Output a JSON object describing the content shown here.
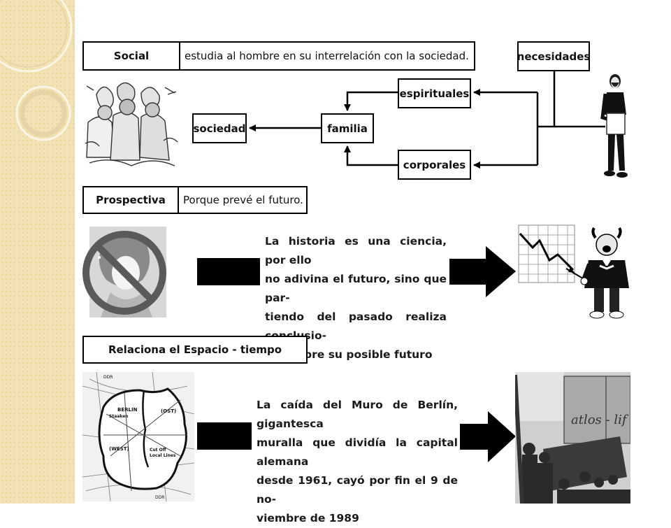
{
  "social": {
    "title": "Social",
    "definition": "estudia al hombre en su interrelación con la sociedad."
  },
  "diagram": {
    "needs_label": "necesidades",
    "spiritual_label": "espirituales",
    "bodily_label": "corporales",
    "family_label": "familia",
    "society_label": "sociedad"
  },
  "prospectiva": {
    "title": "Prospectiva",
    "definition": "Porque prevé el futuro.",
    "text": {
      "line1": "La historia es una ciencia, por ello",
      "line2": "no adivina el futuro, sino que par-",
      "line3": "tiendo del pasado realiza conclusio-",
      "line4": "nes sobre su posible futuro"
    }
  },
  "espacio": {
    "title": "Relaciona el Espacio - tiempo",
    "text": {
      "l1_pre": "La caída del Muro de ",
      "l1_bold": "Berlín",
      "l1_post": ", gigantesca",
      "line2": "muralla que dividía la capital alemana",
      "l3_pre": "desde ",
      "l3_year": "1961",
      "l3_mid": ", cayó por fin el ",
      "l3_bold": "9 de no-",
      "line4": "viembre de 1989"
    },
    "map": {
      "ddr_top": "DDR",
      "ddr_bottom": "DDR",
      "berlin": "BERLIN",
      "west": "(WEST)",
      "ost": "(OST)",
      "staaken": "Staaken",
      "cutoff": "Cut Off",
      "lines": "Local Lines"
    },
    "wall_graffiti": "atlos - lif"
  },
  "colors": {
    "border": "#000000",
    "side_strip": "#f3e3b4"
  },
  "icons": [
    "crowd-illustration",
    "man-figure",
    "fortune-teller-crossed",
    "chart-presenter",
    "berlin-map",
    "berlin-wall-photo"
  ]
}
